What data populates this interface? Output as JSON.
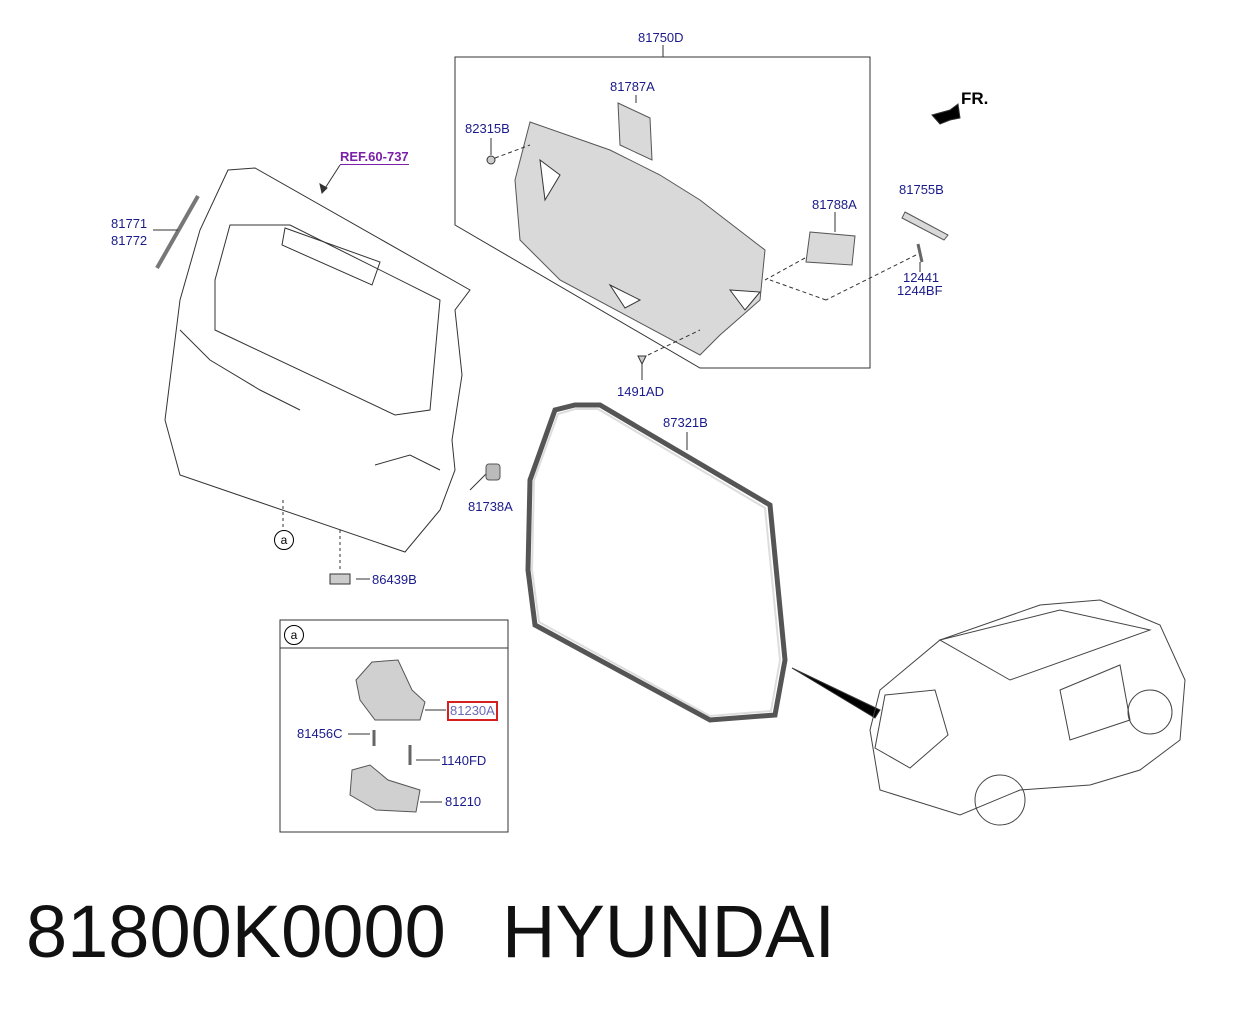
{
  "diagram": {
    "labels": {
      "p81750D": "81750D",
      "p81787A": "81787A",
      "p82315B": "82315B",
      "p81788A": "81788A",
      "p81755B": "81755B",
      "p12441": "12441",
      "p1244BF": "1244BF",
      "p1491AD": "1491AD",
      "p87321B": "87321B",
      "p81738A": "81738A",
      "p86439B": "86439B",
      "p81771": "81771",
      "p81772": "81772",
      "ref": "REF.60-737",
      "fr": "FR.",
      "circle_a": "a",
      "inset_a": "a",
      "p81230A": "81230A",
      "p81456C": "81456C",
      "p1140FD": "1140FD",
      "p81210": "81210"
    },
    "highlighted_part": "81230A",
    "colors": {
      "label": "#1a1a8c",
      "ref": "#7a1fa8",
      "highlight": "#d62020",
      "line": "#333333",
      "part_fill": "#d9d9d9"
    }
  },
  "caption": {
    "part_number": "81800K0000",
    "brand": "HYUNDAI"
  }
}
